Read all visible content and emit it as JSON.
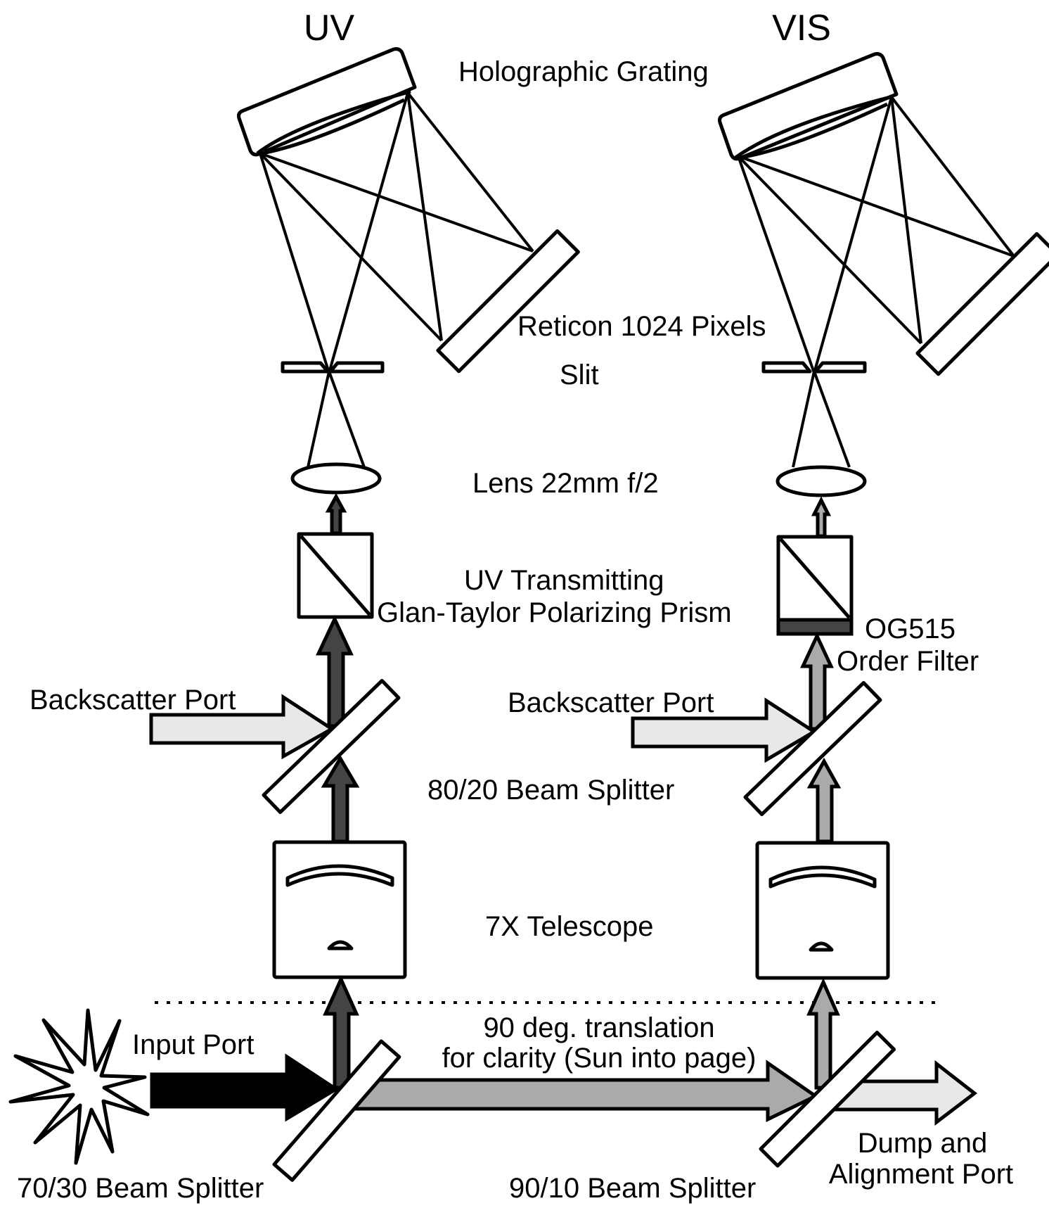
{
  "diagram": {
    "title": "Dual-channel UV/VIS polarization spectrometer optical layout",
    "channels": {
      "uv": "UV",
      "vis": "VIS"
    },
    "labels": {
      "grating": "Holographic Grating",
      "detector": "Reticon 1024 Pixels",
      "slit": "Slit",
      "lens": "Lens 22mm f/2",
      "prism_line1": "UV Transmitting",
      "prism_line2": "Glan-Taylor Polarizing Prism",
      "filter_line1": "OG515",
      "filter_line2": "Order Filter",
      "backscatter_uv": "Backscatter Port",
      "backscatter_vis": "Backscatter Port",
      "splitter_80_20": "80/20 Beam Splitter",
      "telescope": "7X Telescope",
      "translation_line1": "90 deg. translation",
      "translation_line2": "for clarity (Sun into page)",
      "input_port": "Input Port",
      "splitter_70_30": "70/30 Beam Splitter",
      "splitter_90_10": "90/10 Beam Splitter",
      "dump_line1": "Dump and",
      "dump_line2": "Alignment Port"
    },
    "beam_colors": {
      "input": "#000000",
      "uv": "#444444",
      "vis": "#aaaaaa",
      "transfer": "#aaaaaa",
      "backscatter": "#e8e8e8",
      "dump": "#e8e8e8",
      "filter": "#444444"
    },
    "icons": {
      "source": "sun-starburst-icon"
    }
  }
}
